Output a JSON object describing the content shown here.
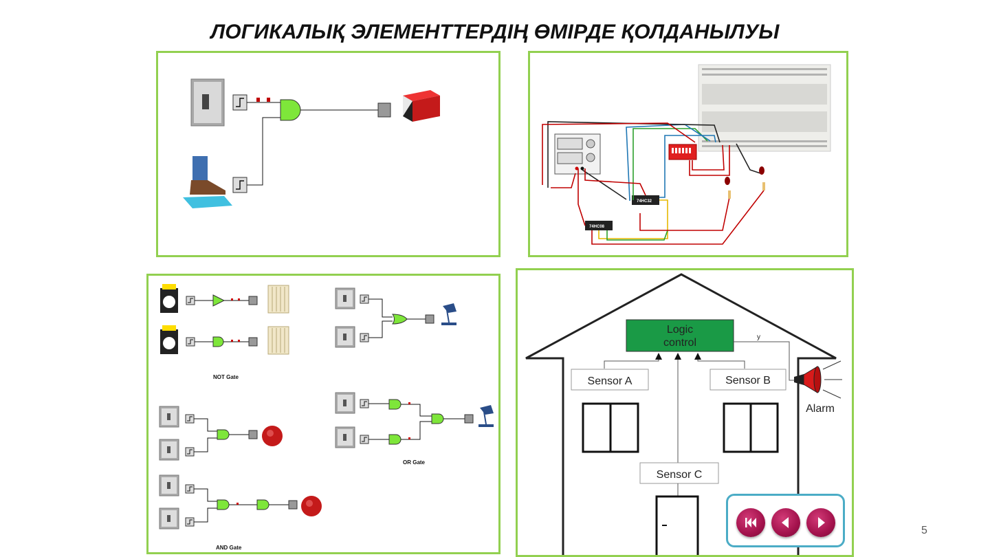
{
  "slide": {
    "title": "ЛОГИКАЛЫҚ ЭЛЕМЕНТТЕРДІҢ  ӨМІРДЕ ҚОЛДАНЫЛУЫ",
    "page_number": "5"
  },
  "circuits_panel": {
    "not_label": "NOT Gate",
    "or_label": "OR Gate",
    "and_label": "AND Gate"
  },
  "breadboard_panel": {
    "chip1_label": "74HC32",
    "chip2_label": "74HC08"
  },
  "house_panel": {
    "logic_label_line1": "Logic",
    "logic_label_line2": "control",
    "y_label": "y",
    "sensor_a": "Sensor A",
    "sensor_b": "Sensor B",
    "sensor_c": "Sensor C",
    "alarm": "Alarm"
  },
  "navigation": {
    "first_icon": "skip-to-first-icon",
    "prev_icon": "previous-icon",
    "next_icon": "next-icon"
  },
  "colors": {
    "panel_border": "#92d050",
    "gate_green": "#7ee63a",
    "nav_button": "#a3124c",
    "nav_border": "#4bacc6"
  }
}
